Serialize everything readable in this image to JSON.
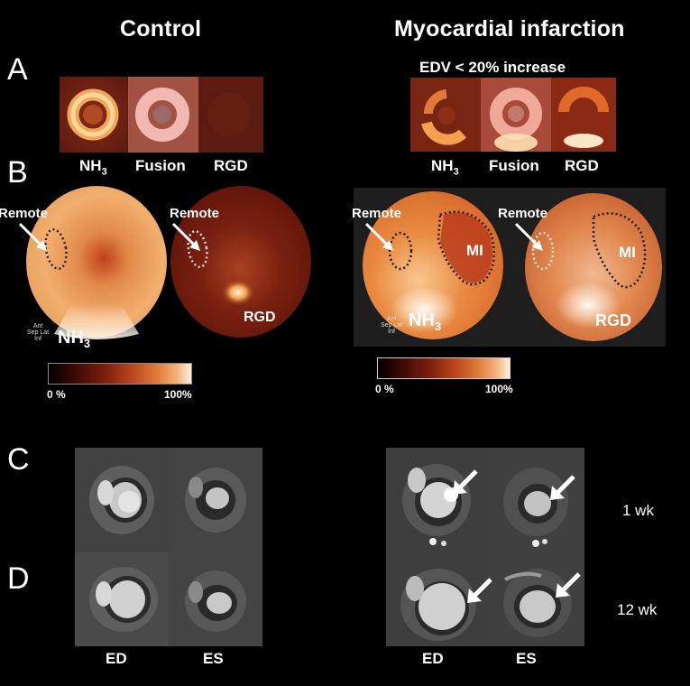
{
  "headings": {
    "control": "Control",
    "mi": "Myocardial infarction"
  },
  "panels": {
    "a": "A",
    "b": "B",
    "c": "C",
    "d": "D"
  },
  "row_a": {
    "mi_note": "EDV < 20% increase",
    "label_nh3": "NH",
    "label_nh3_sub": "3",
    "label_fusion": "Fusion",
    "label_rgd": "RGD"
  },
  "row_b": {
    "remote": "Remote",
    "mi": "MI",
    "nh3": "NH",
    "nh3_sub": "3",
    "rgd": "RGD",
    "orient": {
      "ant": "Ant",
      "sep_lat": "Sep Lat",
      "inf": "Inf"
    },
    "scale_min": "0 %",
    "scale_max": "100%"
  },
  "mri": {
    "ed": "ED",
    "es": "ES",
    "time_1": "1 wk",
    "time_12": "12 wk"
  }
}
